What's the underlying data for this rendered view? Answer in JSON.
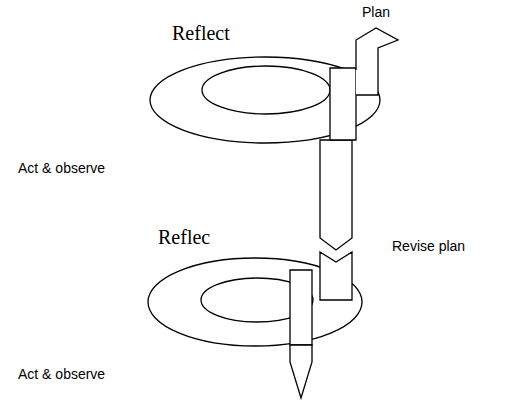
{
  "diagram": {
    "labels": [
      "Plan",
      "Reflect",
      "Act & observe",
      "Revise plan",
      "Reflec",
      "Act & observe"
    ]
  }
}
